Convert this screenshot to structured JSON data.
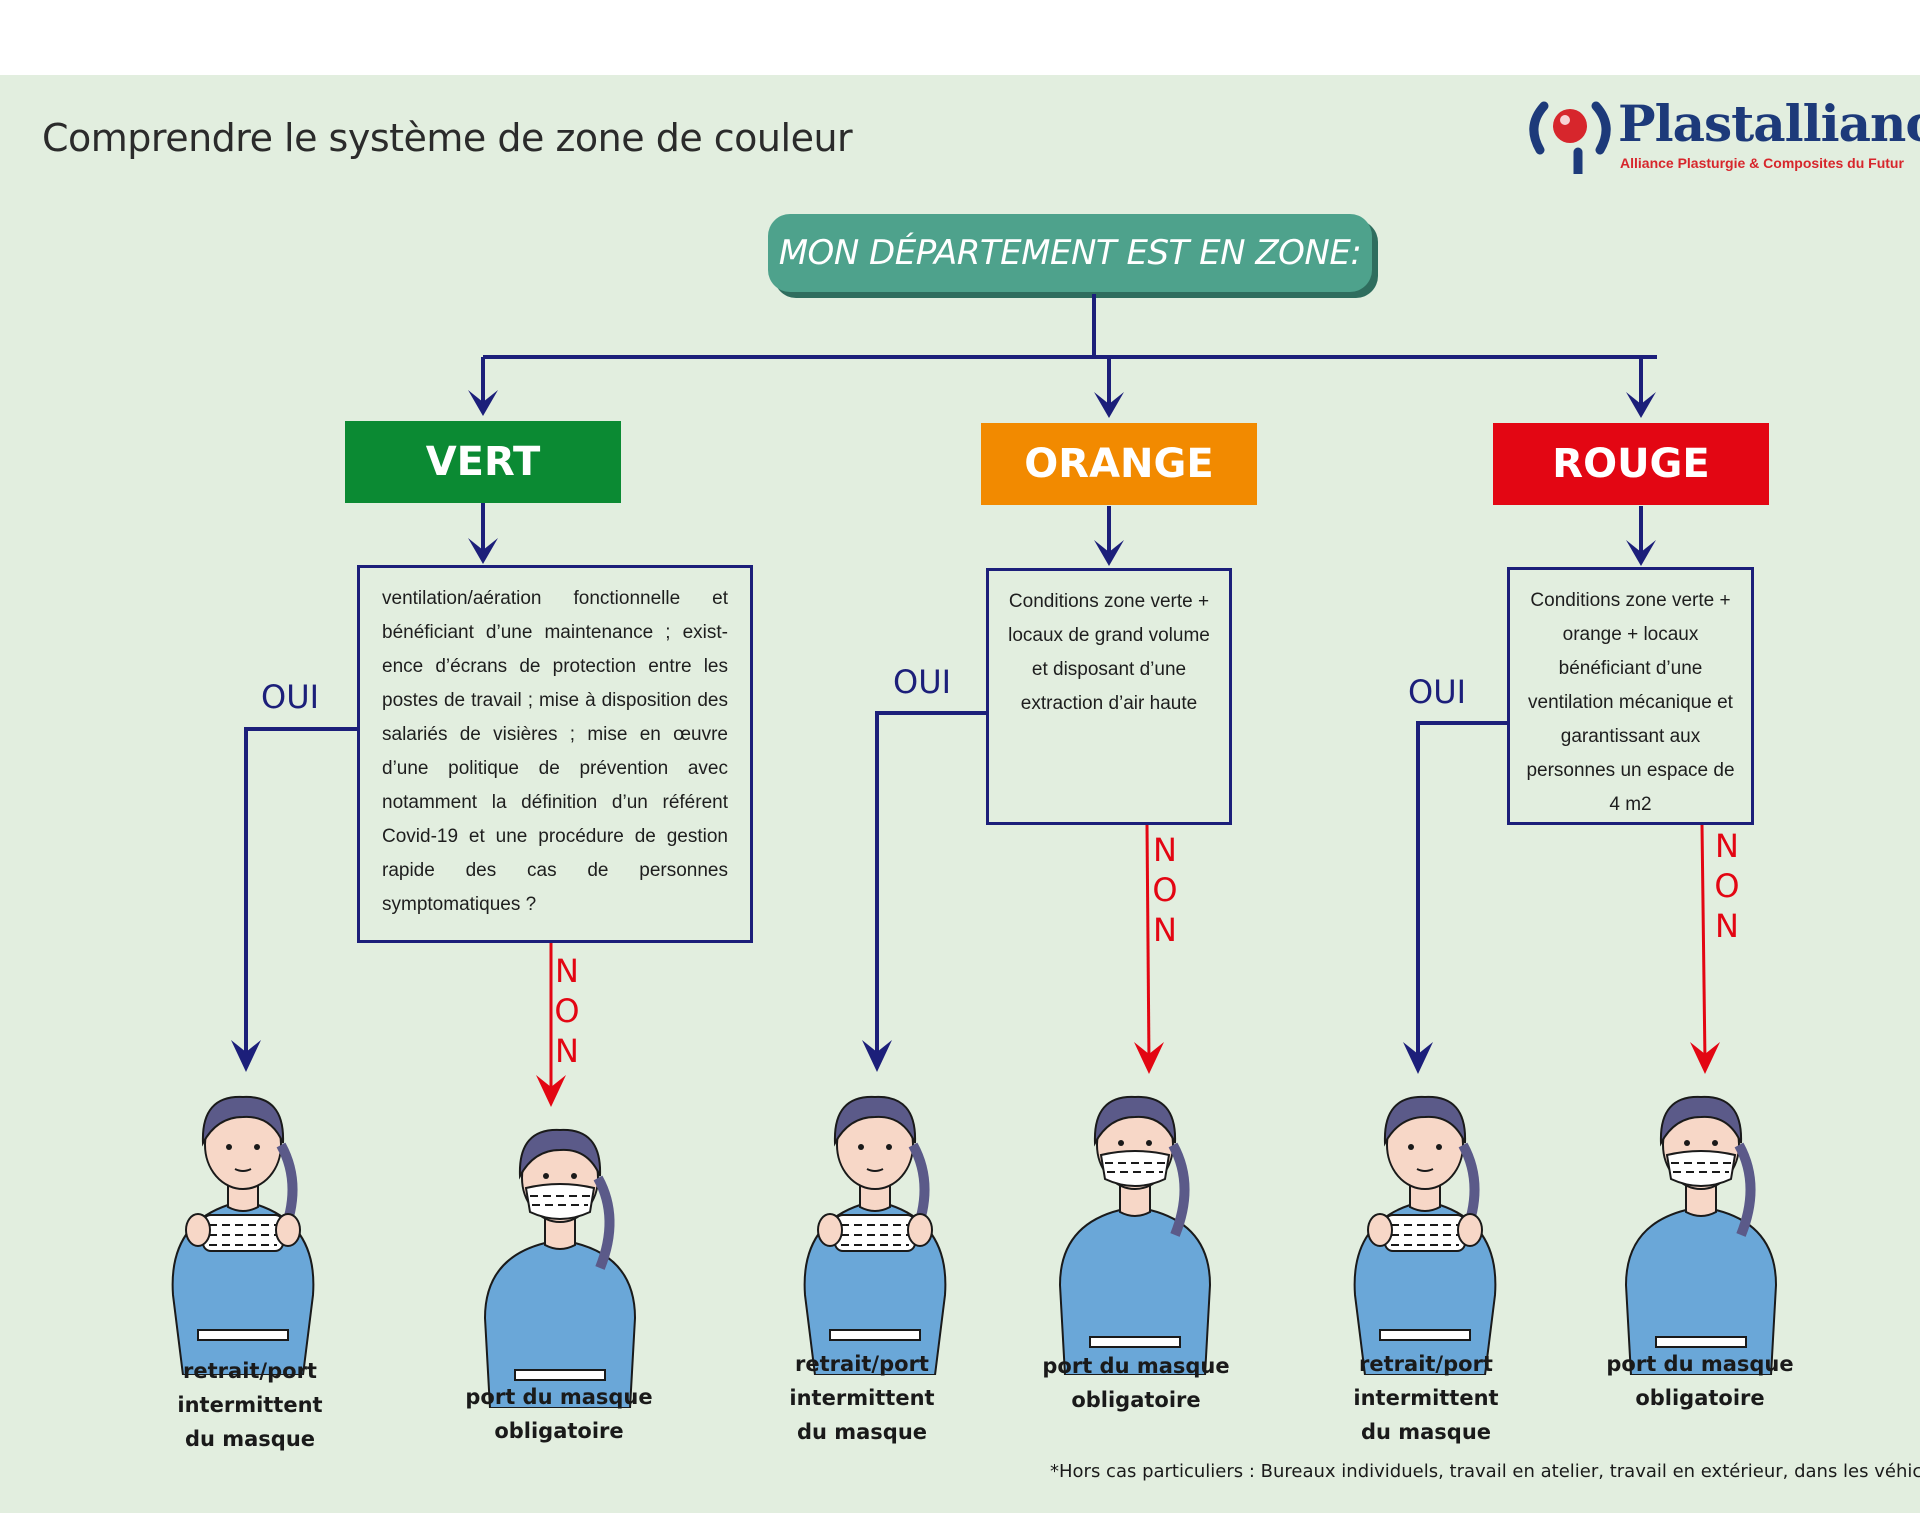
{
  "title": "Comprendre le système de zone de couleur",
  "logo": {
    "name": "Plastalliance",
    "tagline": "Alliance Plasturgie & Composites du Futur"
  },
  "header": "MON DÉPARTEMENT EST EN ZONE:",
  "colors": {
    "vert": "#0b8a33",
    "orange": "#f28a00",
    "rouge": "#e30613",
    "header": "#4ea28c",
    "oui_line": "#1c1f7a",
    "non_line": "#e30613",
    "background": "#e2eedf"
  },
  "zones": [
    {
      "label": "VERT",
      "condition": "ventilation/aération fonctionnelle et bénéficiant d’une maintenance ; exist-ence d’écrans de protection entre les postes de travail ; mise à disposition des salariés de visières ; mise en œuvre d’une politique de prévention avec notamment la définition d’un référent Covid-19 et une procédure de gestion rapide des cas de personnes symptomatiques ?",
      "oui": "OUI",
      "non": [
        "N",
        "O",
        "N"
      ],
      "oui_result": [
        "retrait/port intermittent",
        "du masque"
      ],
      "non_result": [
        "port du masque",
        "obligatoire"
      ]
    },
    {
      "label": "ORANGE",
      "condition": "Conditions zone verte + locaux de grand volume et disposant d’une extraction d’air haute",
      "oui": "OUI",
      "non": [
        "N",
        "O",
        "N"
      ],
      "oui_result": [
        "retrait/port intermittent",
        "du masque"
      ],
      "non_result": [
        "port du masque",
        "obligatoire"
      ]
    },
    {
      "label": "ROUGE",
      "condition": "Conditions zone verte + orange +  locaux bénéficiant d’une ventilation mécanique et garantissant aux personnes un espace de 4 m2",
      "oui": "OUI",
      "non": [
        "N",
        "O",
        "N"
      ],
      "oui_result": [
        "retrait/port intermittent",
        "du masque"
      ],
      "non_result": [
        "port du masque",
        "obligatoire"
      ]
    }
  ],
  "footnote": "*Hors cas particuliers : Bureaux individuels, travail en atelier, travail en extérieur, dans les véhicules"
}
